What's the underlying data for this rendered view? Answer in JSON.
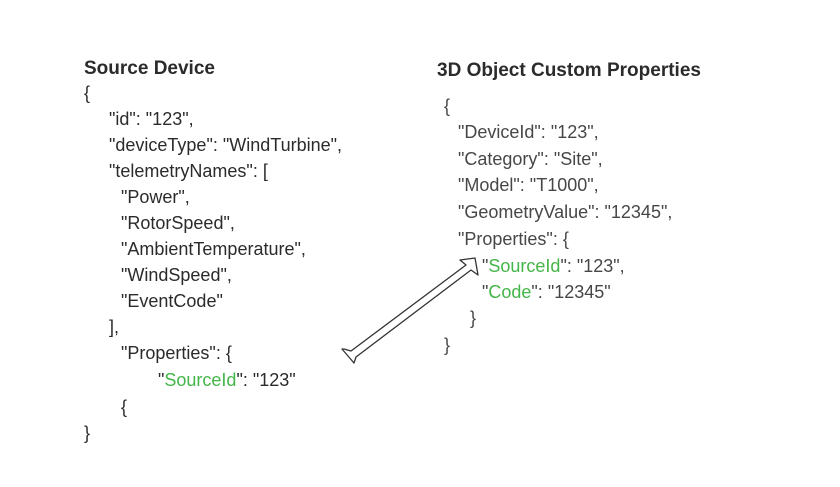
{
  "left": {
    "title": "Source Device",
    "lines": [
      [
        {
          "t": "{"
        }
      ],
      [
        {
          "t": "\"id\": \"123\","
        }
      ],
      [
        {
          "t": "\"deviceType\": \"WindTurbine\","
        }
      ],
      [
        {
          "t": "\"telemetryNames\": ["
        }
      ],
      [
        {
          "t": "\"Power\","
        }
      ],
      [
        {
          "t": "\"RotorSpeed\","
        }
      ],
      [
        {
          "t": "\"AmbientTemperature\","
        }
      ],
      [
        {
          "t": "\"WindSpeed\","
        }
      ],
      [
        {
          "t": "\"EventCode\""
        }
      ],
      [
        {
          "t": "],"
        }
      ],
      [
        {
          "t": "\"Properties\": {"
        }
      ],
      [
        {
          "t": "\""
        },
        {
          "t": "SourceId",
          "hl": true
        },
        {
          "t": "\": \"123\""
        }
      ],
      [
        {
          "t": "{"
        }
      ],
      [
        {
          "t": "}"
        }
      ]
    ]
  },
  "right": {
    "title": "3D Object Custom Properties",
    "lines": [
      [
        {
          "t": "{"
        }
      ],
      [
        {
          "t": "\"DeviceId\": \"123\","
        }
      ],
      [
        {
          "t": "\"Category\": \"Site\","
        }
      ],
      [
        {
          "t": "\"Model\": \"T1000\","
        }
      ],
      [
        {
          "t": "\"GeometryValue\": \"12345\","
        }
      ],
      [
        {
          "t": "\"Properties\": {"
        }
      ],
      [
        {
          "t": "\""
        },
        {
          "t": "SourceId",
          "hl": true
        },
        {
          "t": "\": \"123\","
        }
      ],
      [
        {
          "t": "\""
        },
        {
          "t": "Code",
          "hl": true
        },
        {
          "t": "\": \"12345\""
        }
      ],
      [
        {
          "t": "}"
        }
      ],
      [
        {
          "t": "}"
        }
      ]
    ]
  }
}
